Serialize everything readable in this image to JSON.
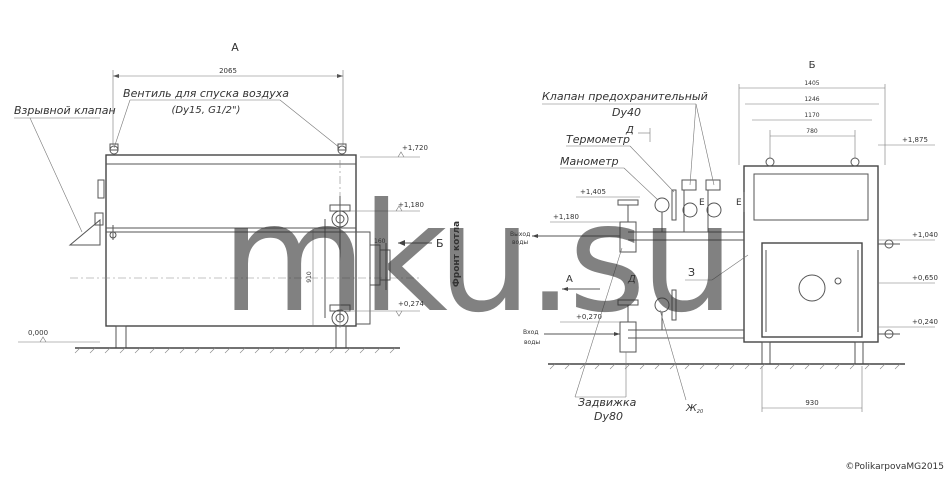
{
  "view_a": {
    "title": "А",
    "dim_length": "2065",
    "label_vent_line1": "Вентиль для спуска воздуха",
    "label_vent_line2": "(Dy15, G1/2\")",
    "label_explosion": "Взрывной клапан",
    "elev_top": "+1,720",
    "elev_1180": "+1,180",
    "elev_0274": "+0,274",
    "elev_zero": "0,000",
    "dim_height": "910",
    "dim_160": "160",
    "section_b": "Б",
    "front_label": "Фронт котла"
  },
  "view_b": {
    "title": "Б",
    "dim_1405": "1405",
    "dim_1246": "1246",
    "dim_1170": "1170",
    "dim_780": "780",
    "dim_930": "930",
    "elev_1875": "+1,875",
    "elev_1040": "+1,040",
    "elev_0650": "+0,650",
    "elev_0240": "+0,240",
    "elev_1405": "+1,405",
    "elev_1180": "+1,180",
    "elev_0270": "+0,270",
    "label_safety_valve_line1": "Клапан предохранительный",
    "label_safety_valve_line2": "Dy40",
    "label_thermometer": "Термометр",
    "label_manometer": "Манометр",
    "label_water_out_line1": "Выход",
    "label_water_out_line2": "воды",
    "label_water_in_line1": "Вход",
    "label_water_in_line2": "воды",
    "label_gate_valve_line1": "Задвижка",
    "label_gate_valve_line2": "Dy80",
    "section_a": "А",
    "mark_d_top": "Д",
    "mark_d_bottom": "Д",
    "mark_e1": "Е",
    "mark_e2": "Е",
    "mark_3": "З",
    "mark_zh": "Ж",
    "mark_zh_sub": "20"
  },
  "watermark": "mku.su",
  "copyright": "©PolikarpovaMG2015"
}
